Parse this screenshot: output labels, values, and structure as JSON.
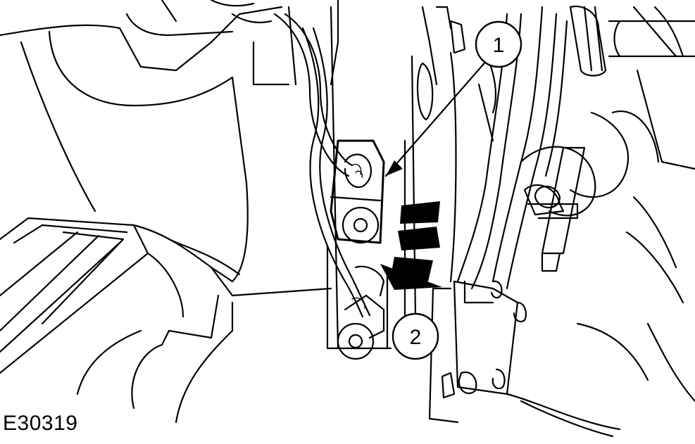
{
  "figure": {
    "id_label": "E30319",
    "callouts": [
      {
        "number": "1"
      },
      {
        "number": "2"
      }
    ]
  },
  "colors": {
    "line": "#000000",
    "background": "#ffffff"
  }
}
